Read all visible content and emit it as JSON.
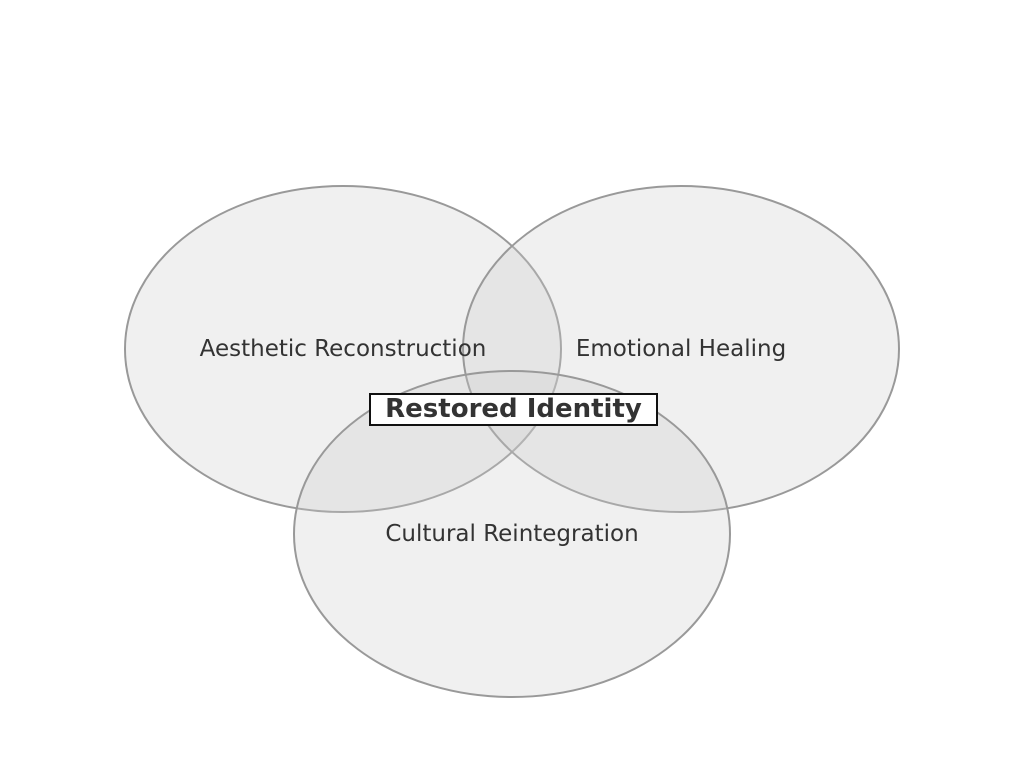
{
  "diagram": {
    "type": "venn",
    "sets": [
      {
        "label": "Aesthetic Reconstruction"
      },
      {
        "label": "Emotional Healing"
      },
      {
        "label": "Cultural Reintegration"
      }
    ],
    "intersection_label": "Restored Identity",
    "colors": {
      "fill": "#cccccc",
      "stroke": "#999999",
      "text": "#333333"
    }
  }
}
